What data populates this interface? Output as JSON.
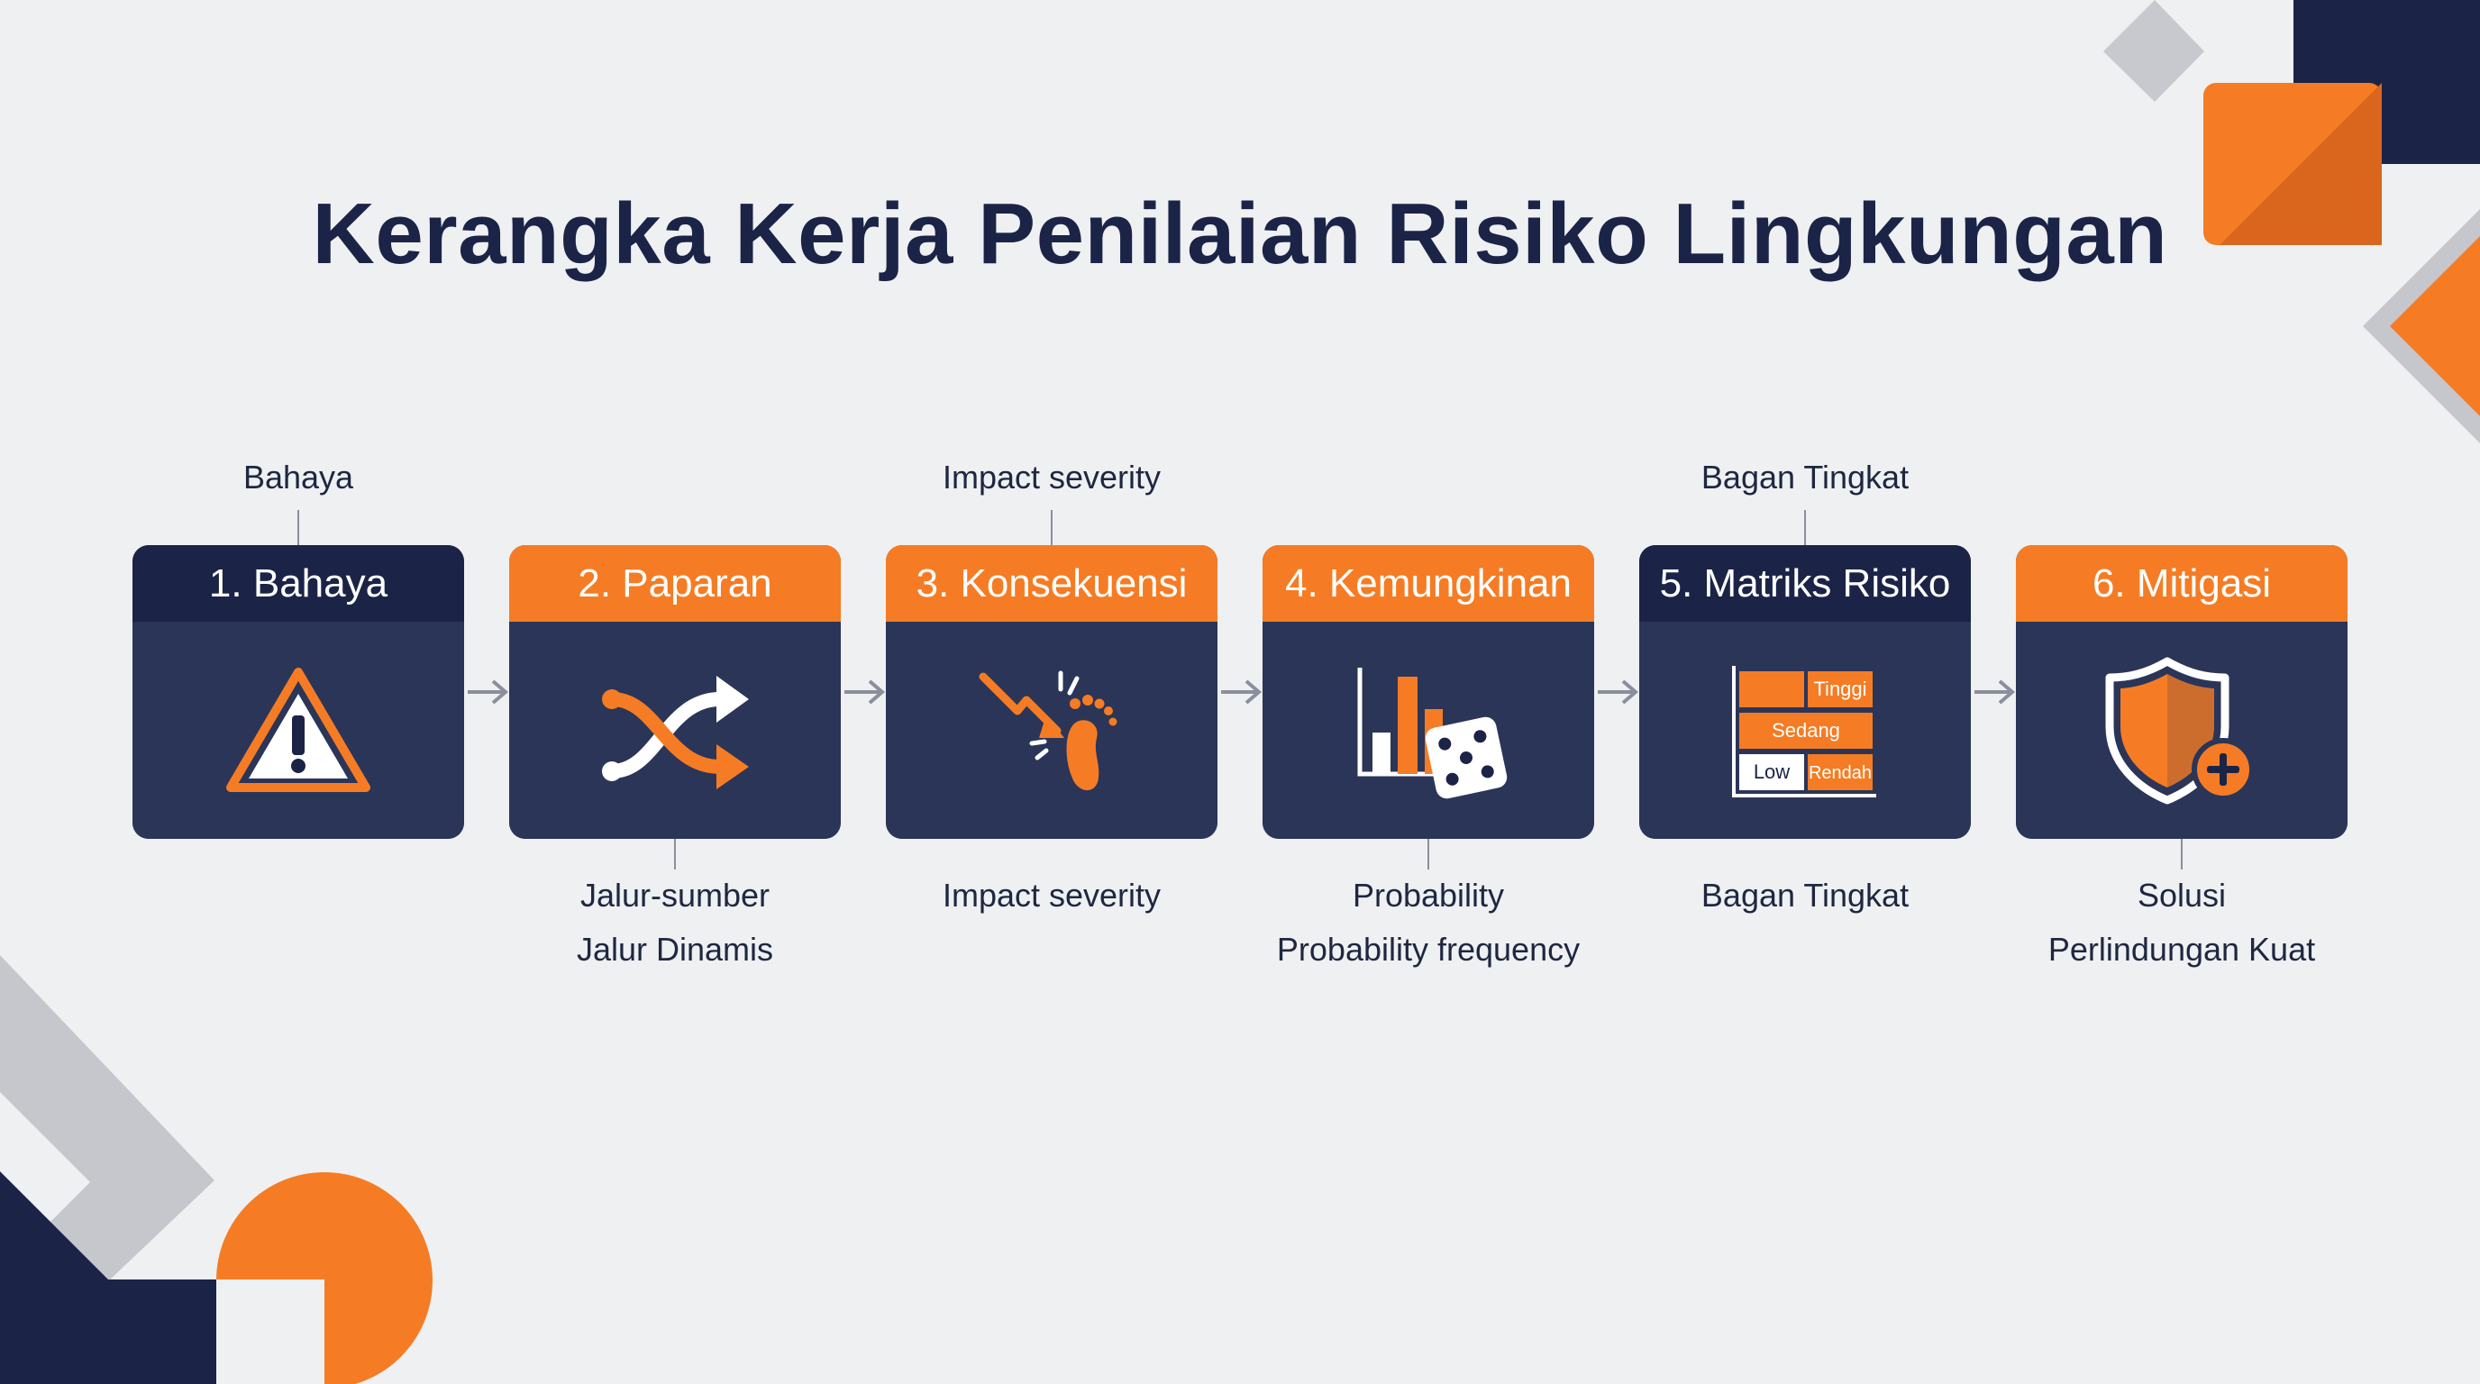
{
  "title": "Kerangka Kerja Penilaian Risiko Lingkungan",
  "colors": {
    "navy": "#1b2447",
    "card_body": "#2b3558",
    "orange": "#f57c24",
    "gray": "#c6c7cc",
    "background": "#eef0f2"
  },
  "steps": [
    {
      "header": "1. Bahaya",
      "header_style": "dark",
      "icon": "warning-triangle-icon",
      "top_label": "Bahaya",
      "bottom_lines": []
    },
    {
      "header": "2. Paparan",
      "header_style": "orange",
      "icon": "shuffle-arrows-icon",
      "top_label": "",
      "bottom_lines": [
        "Jalur-sumber",
        "Jalur Dinamis"
      ]
    },
    {
      "header": "3. Konsekuensi",
      "header_style": "orange",
      "icon": "footprint-impact-icon",
      "top_label": "Impact severity",
      "bottom_lines": [
        "Impact severity"
      ]
    },
    {
      "header": "4. Kemungkinan",
      "header_style": "orange",
      "icon": "bar-chart-dice-icon",
      "top_label": "",
      "bottom_lines": [
        "Probability",
        "Probability frequency"
      ]
    },
    {
      "header": "5. Matriks Risiko",
      "header_style": "dark",
      "icon": "risk-matrix-icon",
      "top_label": "Bagan Tingkat",
      "bottom_lines": [
        "Bagan Tingkat"
      ],
      "matrix_labels": {
        "high": "Tinggi",
        "medium": "Sedang",
        "low": "Low",
        "low_alt": "Rendah"
      }
    },
    {
      "header": "6. Mitigasi",
      "header_style": "orange",
      "icon": "shield-plus-icon",
      "top_label": "",
      "bottom_lines": [
        "Solusi",
        "Perlindungan Kuat"
      ]
    }
  ]
}
